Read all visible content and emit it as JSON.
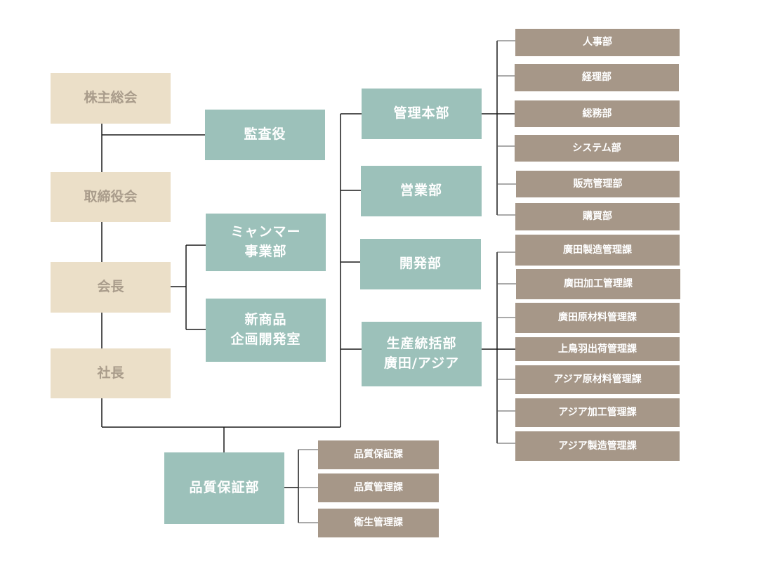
{
  "colors": {
    "beige": "#ebdfc8",
    "beige_text": "#a99c8b",
    "teal": "#9cc1ba",
    "taupe": "#a69788",
    "line": "#1a1a1a"
  },
  "governance": {
    "shareholders": "株主総会",
    "board": "取締役会",
    "chairman": "会長",
    "president": "社長"
  },
  "staff": {
    "auditor": "監査役",
    "myanmar": [
      "ミャンマー",
      "事業部"
    ],
    "new_product": [
      "新商品",
      "企画開発室"
    ]
  },
  "divisions": {
    "admin": "管理本部",
    "sales": "営業部",
    "development": "開発部",
    "production": [
      "生産統括部",
      "廣田/アジア"
    ],
    "quality": "品質保証部"
  },
  "admin_departments": [
    "人事部",
    "経理部",
    "総務部",
    "システム部",
    "販売管理部",
    "購買部"
  ],
  "production_sections": [
    "廣田製造管理課",
    "廣田加工管理課",
    "廣田原材料管理課",
    "上鳥羽出荷管理課",
    "アジア原材料管理課",
    "アジア加工管理課",
    "アジア製造管理課"
  ],
  "quality_sections": [
    "品質保証課",
    "品質管理課",
    "衛生管理課"
  ]
}
